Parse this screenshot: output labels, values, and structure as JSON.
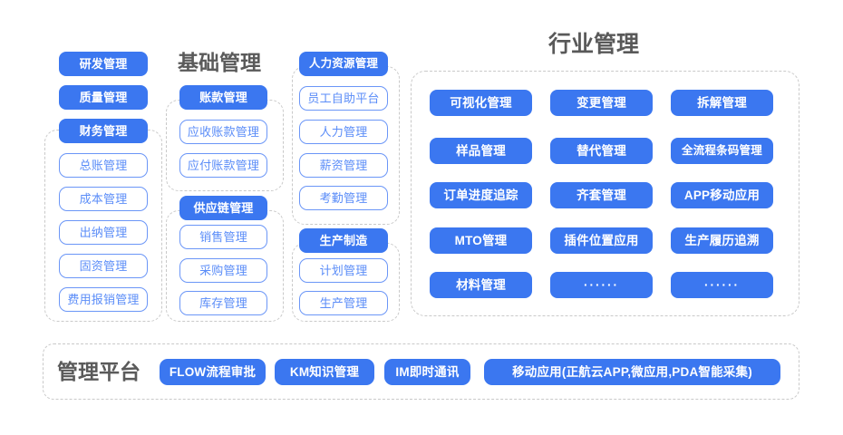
{
  "diagram": {
    "title_basic": "基础管理",
    "title_industry": "行业管理",
    "platform_label": "管理平台"
  },
  "column1": {
    "heads": [
      {
        "label": "研发管理"
      },
      {
        "label": "质量管理"
      },
      {
        "label": "财务管理"
      }
    ],
    "finance_items": [
      {
        "label": "总账管理"
      },
      {
        "label": "成本管理"
      },
      {
        "label": "出纳管理"
      },
      {
        "label": "固资管理"
      },
      {
        "label": "费用报销管理"
      }
    ]
  },
  "column2": {
    "group1": {
      "head": "账款管理",
      "items": [
        {
          "label": "应收账款管理"
        },
        {
          "label": "应付账款管理"
        }
      ]
    },
    "group2": {
      "head": "供应链管理",
      "items": [
        {
          "label": "销售管理"
        },
        {
          "label": "采购管理"
        },
        {
          "label": "库存管理"
        }
      ]
    }
  },
  "column3": {
    "group1": {
      "head": "人力资源管理",
      "items": [
        {
          "label": "员工自助平台"
        },
        {
          "label": "人力管理"
        },
        {
          "label": "薪资管理"
        },
        {
          "label": "考勤管理"
        }
      ]
    },
    "group2": {
      "head": "生产制造",
      "items": [
        {
          "label": "计划管理"
        },
        {
          "label": "生产管理"
        }
      ]
    }
  },
  "industry": {
    "rows": [
      [
        {
          "label": "可视化管理"
        },
        {
          "label": "变更管理"
        },
        {
          "label": "拆解管理"
        }
      ],
      [
        {
          "label": "样品管理"
        },
        {
          "label": "替代管理"
        },
        {
          "label": "全流程条码管理"
        }
      ],
      [
        {
          "label": "订单进度追踪"
        },
        {
          "label": "齐套管理"
        },
        {
          "label": "APP移动应用"
        }
      ],
      [
        {
          "label": "MTO管理"
        },
        {
          "label": "插件位置应用"
        },
        {
          "label": "生产履历追溯"
        }
      ],
      [
        {
          "label": "材料管理"
        },
        {
          "label": "······"
        },
        {
          "label": "······"
        }
      ]
    ]
  },
  "platform": {
    "items": [
      {
        "label": "FLOW流程审批"
      },
      {
        "label": "KM知识管理"
      },
      {
        "label": "IM即时通讯"
      },
      {
        "label": "移动应用(正航云APP,微应用,PDA智能采集)"
      }
    ]
  },
  "colors": {
    "accent": "#3b77f0",
    "outline_border": "#6b96f7",
    "outline_text": "#5b8df8",
    "dashed_border": "#c9c9c9",
    "title_text": "#5a5a5a",
    "background": "#ffffff"
  }
}
